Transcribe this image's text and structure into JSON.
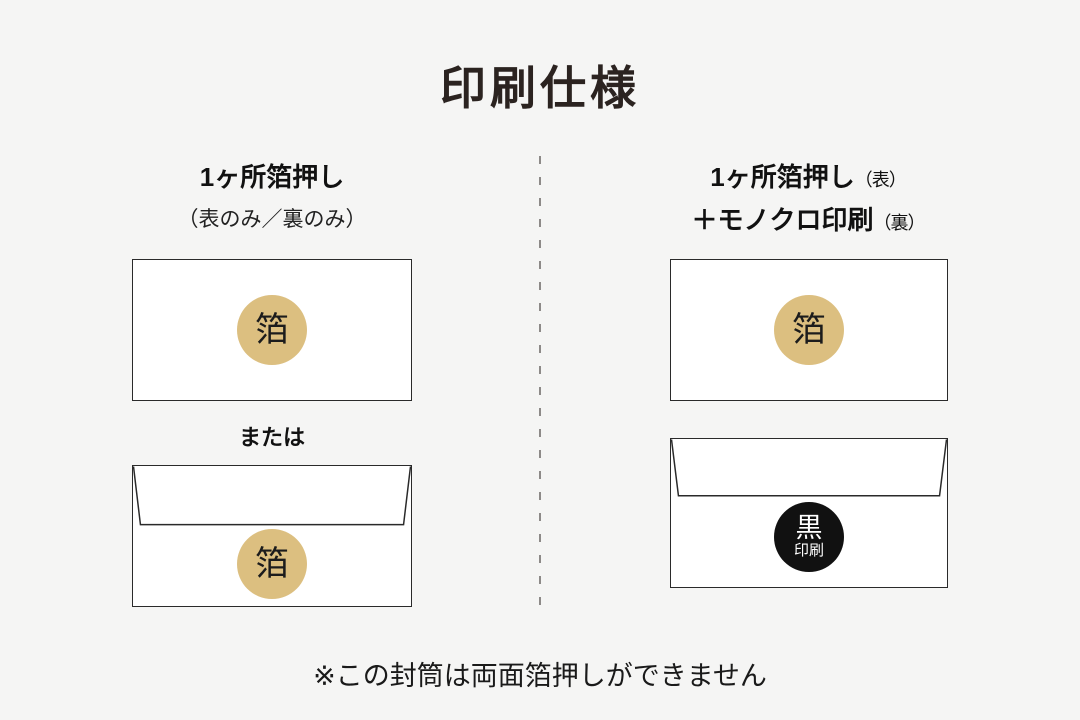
{
  "title": "印刷仕様",
  "left": {
    "header": "1ヶ所箔押し",
    "subheader": "（表のみ／裏のみ）",
    "or_label": "または",
    "front_envelope": {
      "stamp": "箔"
    },
    "back_envelope": {
      "stamp": "箔"
    }
  },
  "right": {
    "header_main": "1ヶ所箔押し",
    "header_suffix": "（表）",
    "header2_main": "＋モノクロ印刷",
    "header2_suffix": "（裏）",
    "front_envelope": {
      "stamp": "箔"
    },
    "back_envelope": {
      "stamp_line1": "黒",
      "stamp_line2": "印刷"
    }
  },
  "footnote": "※この封筒は両面箔押しができません",
  "colors": {
    "page_bg": "#f5f5f4",
    "title_text": "#2b2320",
    "divider_color": "#8d8a88",
    "envelope_border": "#2a2a2a",
    "foil_gold": "#dcbf80",
    "mono_black": "#111111"
  }
}
